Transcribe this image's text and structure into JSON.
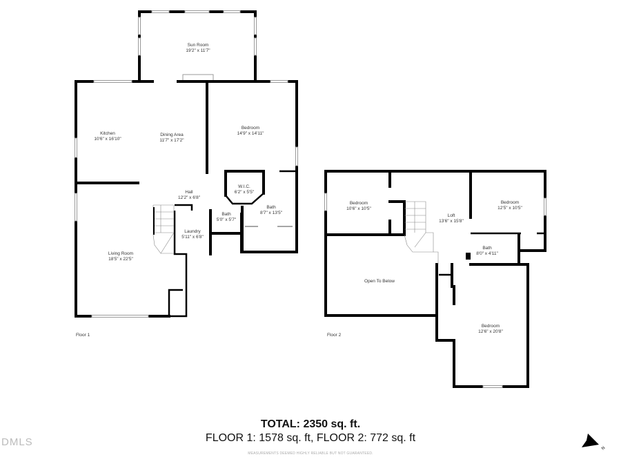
{
  "floor1": {
    "label": "Floor 1",
    "rooms": [
      {
        "name": "Sun Room",
        "dims": "19'2\" x 11'7\""
      },
      {
        "name": "Kitchen",
        "dims": "10'6\" x 16'10\""
      },
      {
        "name": "Dining Area",
        "dims": "11'7\" x 17'2\""
      },
      {
        "name": "Bedroom",
        "dims": "14'9\" x 14'11\""
      },
      {
        "name": "W.I.C.",
        "dims": "6'2\" x 5'5\""
      },
      {
        "name": "Hall",
        "dims": "12'2\" x 6'8\""
      },
      {
        "name": "Bath",
        "dims": "5'0\" x 5'7\""
      },
      {
        "name": "Bath",
        "dims": "8'7\" x 13'5\""
      },
      {
        "name": "Laundry",
        "dims": "5'11\" x 6'8\""
      },
      {
        "name": "Living Room",
        "dims": "18'5\" x 22'5\""
      }
    ]
  },
  "floor2": {
    "label": "Floor 2",
    "rooms": [
      {
        "name": "Bedroom",
        "dims": "10'6\" x 10'5\""
      },
      {
        "name": "Loft",
        "dims": "13'6\" x 15'8\""
      },
      {
        "name": "Bedroom",
        "dims": "12'5\" x 10'5\""
      },
      {
        "name": "Bath",
        "dims": "8'0\" x 4'11\""
      },
      {
        "name": "Open To Below",
        "dims": ""
      },
      {
        "name": "Bedroom",
        "dims": "12'6\" x 20'8\""
      }
    ]
  },
  "summary": {
    "total": "TOTAL: 2350 sq. ft.",
    "floors": "FLOOR 1: 1578 sq. ft, FLOOR 2: 772 sq. ft",
    "disclaimer": "MEASUREMENTS DEEMED HIGHLY RELIABLE BUT NOT GUARANTEED."
  },
  "logo": "DMLS",
  "compass": {
    "icon": "north-arrow-icon",
    "label": "N"
  }
}
